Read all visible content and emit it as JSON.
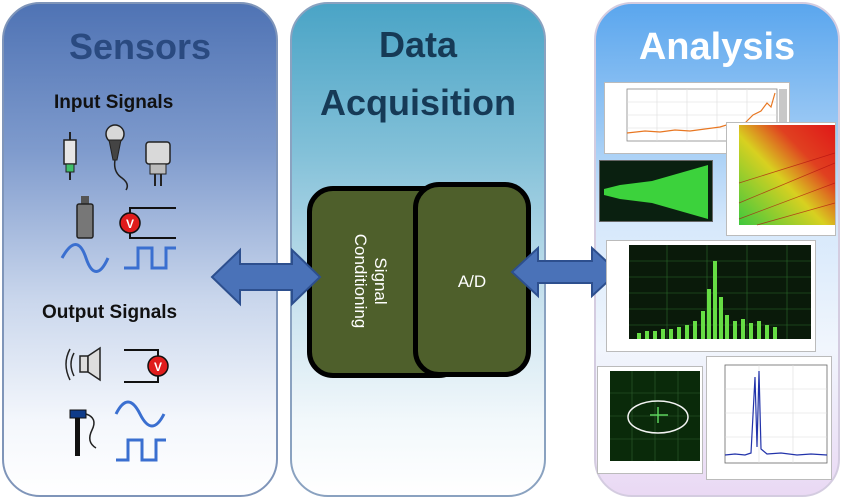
{
  "panels": {
    "sensors": {
      "title": "Sensors",
      "input_label": "Input Signals",
      "output_label": "Output Signals"
    },
    "data_acquisition": {
      "title_line1": "Data",
      "title_line2": "Acquisition",
      "signal_conditioning_line1": "Signal",
      "signal_conditioning_line2": "Conditioning",
      "ad_label": "A/D"
    },
    "analysis": {
      "title": "Analysis"
    }
  },
  "colors": {
    "arrow": "#4a72b8",
    "block": "#4e5f2b",
    "signal": "#3a6fd0"
  },
  "icons": [
    "accelerometer-icon",
    "microphone-icon",
    "plug-icon",
    "sensor-icon",
    "voltmeter-icon",
    "sine-wave-icon",
    "square-wave-icon",
    "speaker-icon",
    "hammer-icon"
  ]
}
